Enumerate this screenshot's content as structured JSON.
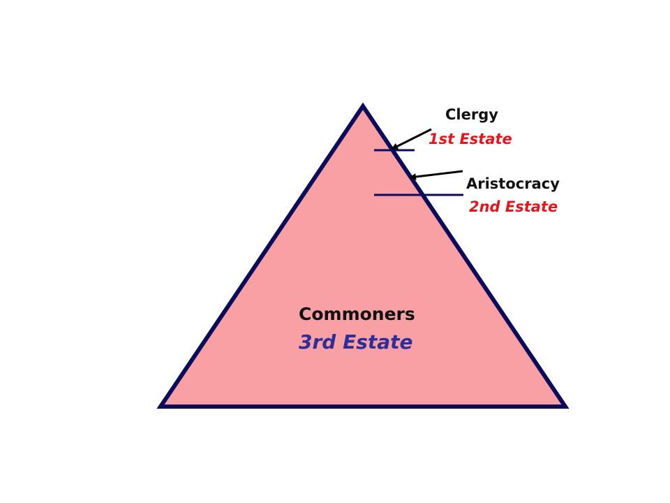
{
  "colors": {
    "triangle_fill": "#f9a0a4",
    "triangle_stroke": "#0b0b5c",
    "upper_estate_text": "#e8141b",
    "third_estate_text": "#2e2e9a",
    "arrow": "#000000"
  },
  "diagram": {
    "top_tier": {
      "name": "Clergy",
      "estate": "1st Estate"
    },
    "middle_tier": {
      "name": "Aristocracy",
      "estate": "2nd Estate"
    },
    "base_tier": {
      "name": "Commoners",
      "estate": "3rd Estate"
    }
  }
}
